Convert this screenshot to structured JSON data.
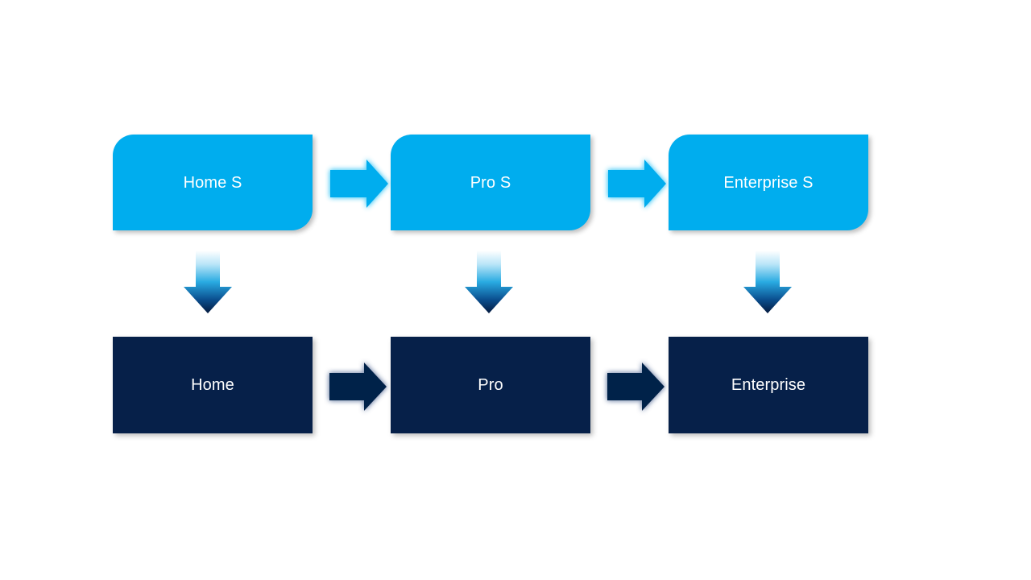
{
  "diagram": {
    "title": "",
    "background_color": "#ffffff",
    "colors": {
      "service_fill": "#00ADEE",
      "product_fill": "#062049",
      "label_text": "#ffffff",
      "right_arrow_top": "#00ADEE",
      "right_arrow_bottom": "#062049",
      "down_arrow_gradient_start": "#ffffff",
      "down_arrow_gradient_mid": "#29ABE2",
      "down_arrow_gradient_end": "#062049"
    },
    "rows": [
      {
        "id": "service-tier-row",
        "style": "cyan",
        "nodes": [
          {
            "id": "home-s",
            "label": "Home S"
          },
          {
            "id": "pro-s",
            "label": "Pro S"
          },
          {
            "id": "enterprise-s",
            "label": "Enterprise S"
          }
        ]
      },
      {
        "id": "product-tier-row",
        "style": "navy",
        "nodes": [
          {
            "id": "home",
            "label": "Home"
          },
          {
            "id": "pro",
            "label": "Pro"
          },
          {
            "id": "enterprise",
            "label": "Enterprise"
          }
        ]
      }
    ],
    "connectors": {
      "top_right_arrows": [
        {
          "id": "home-s-to-pro-s",
          "from": "home-s",
          "to": "pro-s",
          "direction": "right"
        },
        {
          "id": "pro-s-to-enterprise-s",
          "from": "pro-s",
          "to": "enterprise-s",
          "direction": "right"
        }
      ],
      "bottom_right_arrows": [
        {
          "id": "home-to-pro",
          "from": "home",
          "to": "pro",
          "direction": "right"
        },
        {
          "id": "pro-to-enterprise",
          "from": "pro",
          "to": "enterprise",
          "direction": "right"
        }
      ],
      "down_arrows": [
        {
          "id": "home-s-to-home",
          "from": "home-s",
          "to": "home",
          "direction": "down"
        },
        {
          "id": "pro-s-to-pro",
          "from": "pro-s",
          "to": "pro",
          "direction": "down"
        },
        {
          "id": "enterprise-s-to-enterprise",
          "from": "enterprise-s",
          "to": "enterprise",
          "direction": "down"
        }
      ]
    }
  }
}
